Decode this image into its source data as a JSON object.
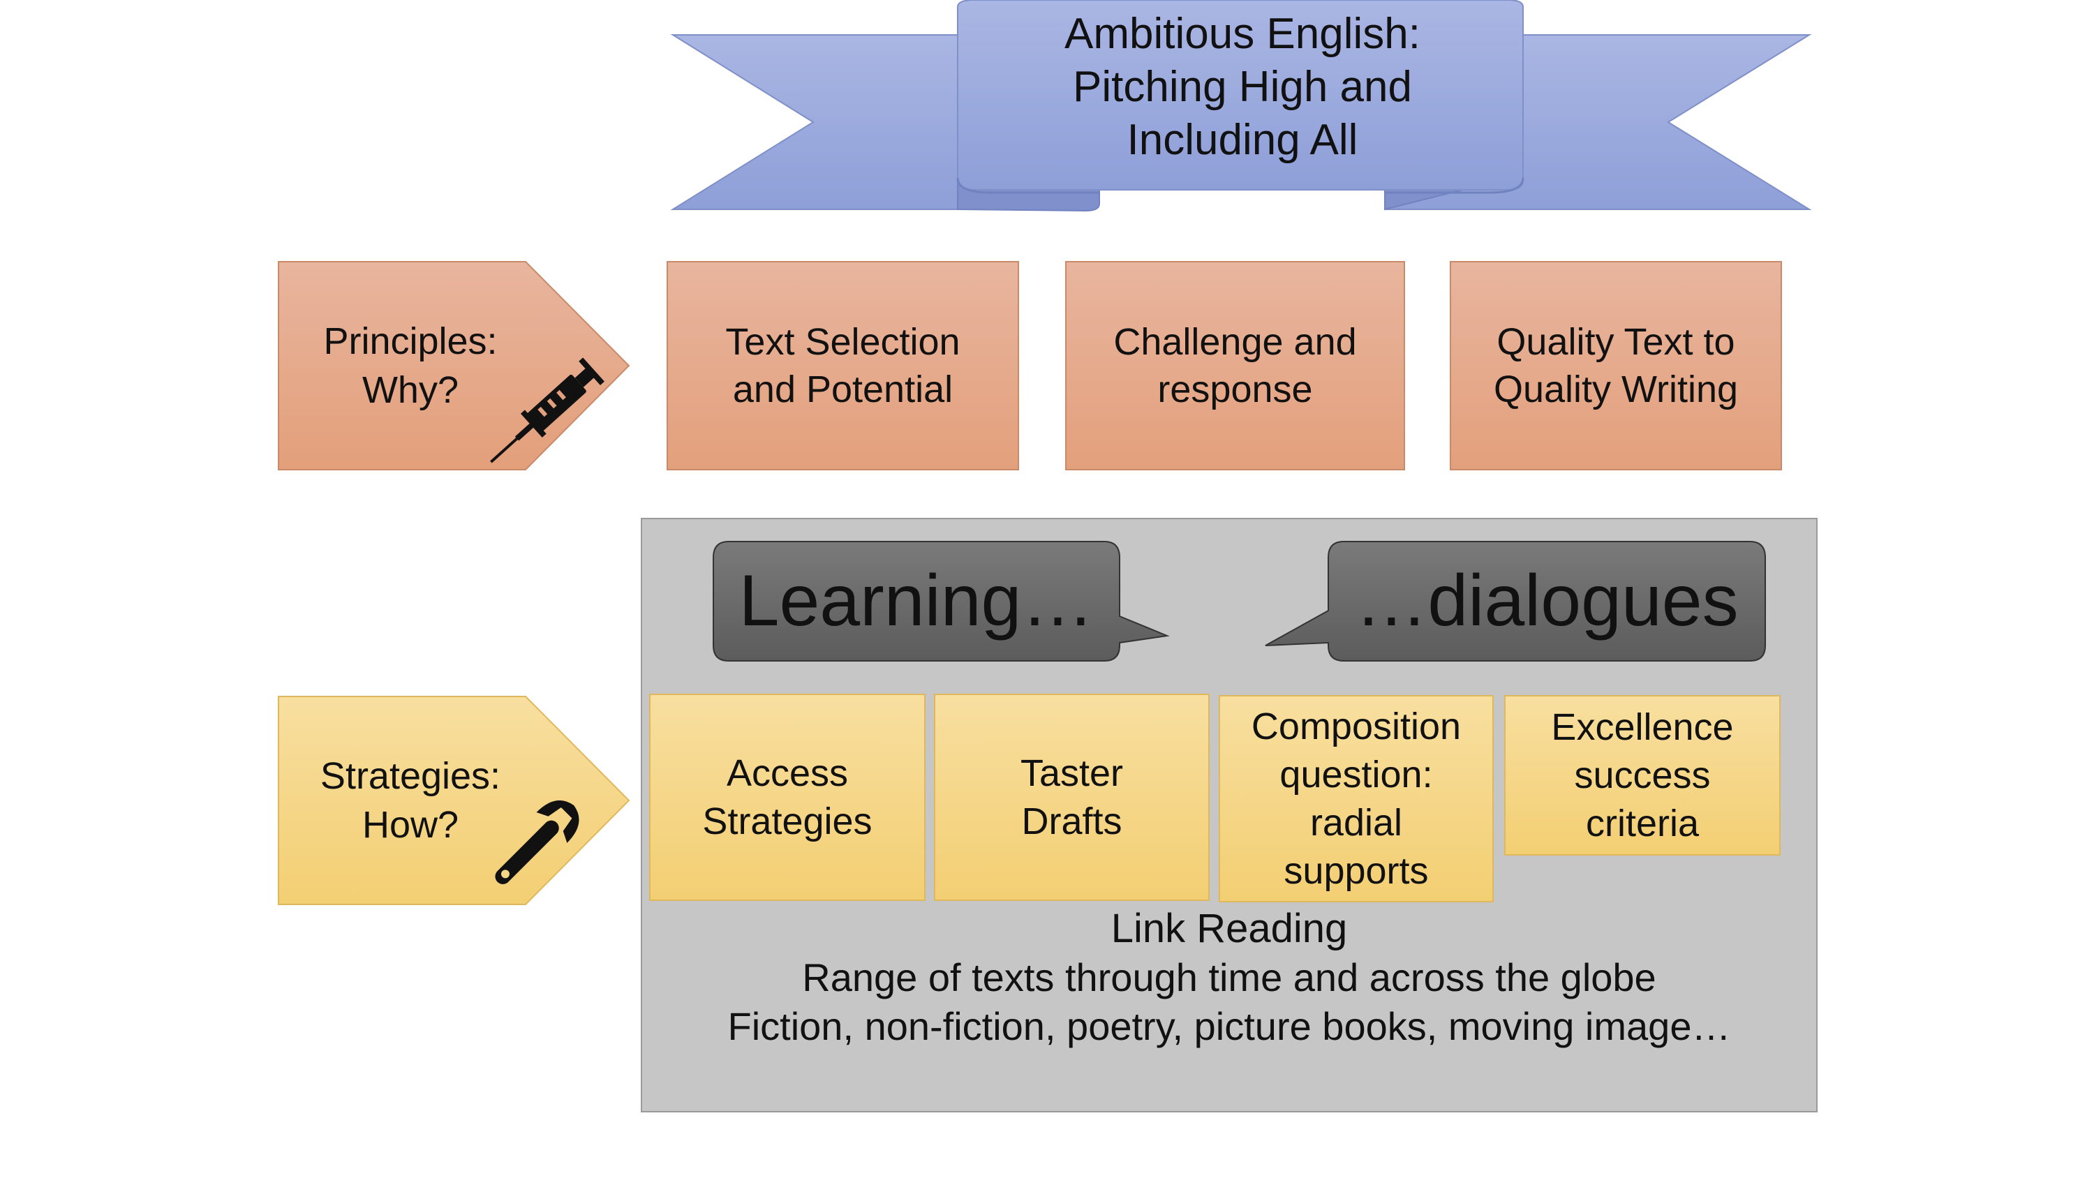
{
  "banner": {
    "title": "Ambitious English:\nPitching High and\nIncluding All"
  },
  "principles": {
    "label": "Principles:\nWhy?",
    "icon": "syringe-icon",
    "items": [
      {
        "label": "Text Selection\nand Potential"
      },
      {
        "label": "Challenge and\nresponse"
      },
      {
        "label": "Quality Text to\nQuality Writing"
      }
    ]
  },
  "strategies": {
    "label": "Strategies:\nHow?",
    "icon": "wrench-icon",
    "items": [
      {
        "label": "Access\nStrategies"
      },
      {
        "label": "Taster\nDrafts"
      },
      {
        "label": "Composition\nquestion:\nradial\nsupports"
      },
      {
        "label": "Excellence\nsuccess\ncriteria"
      }
    ]
  },
  "dialogue": {
    "left_bubble": "Learning…",
    "right_bubble": "…dialogues"
  },
  "reading": {
    "heading": "Link Reading",
    "line1": "Range of texts through time and across the globe",
    "line2": "Fiction, non-fiction, poetry, picture books, moving image…"
  },
  "colors": {
    "banner": "#97a8dc",
    "principles": "#e6ab8c",
    "strategies": "#f5d684",
    "panel": "#c6c6c6",
    "bubble": "#6e6e6e"
  }
}
